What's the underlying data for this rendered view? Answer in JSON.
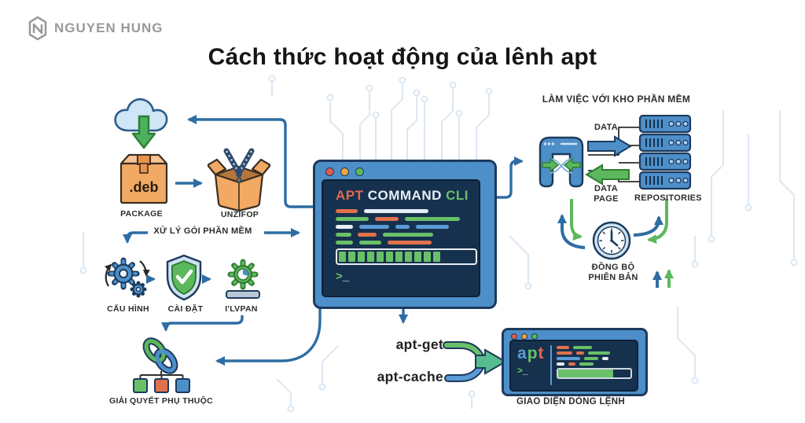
{
  "logo": {
    "text": "NGUYEN HUNG"
  },
  "title": "Cách thức hoạt động của lênh apt",
  "package_flow": {
    "package_ext": ".deb",
    "package_label": "PACKAGE",
    "unzip_label": "UNZIFOP",
    "process_header": "XỬ LÝ GÓI PHẦN MỀM",
    "step1_label": "CẤU HÌNH",
    "step2_label": "CÀI ĐẶT",
    "step3_label": "I'LVPAN",
    "dependency_label": "GIẢI QUYẾT PHỤ THUỘC"
  },
  "terminal": {
    "title_apt": "APT",
    "title_command": "COMMAND",
    "title_cli": "CLI",
    "prompt": ">",
    "cursor": "_",
    "progress_blocks": 11,
    "code_lines": [
      [
        {
          "c": "orange",
          "w": 28
        },
        {
          "c": "white",
          "w": 82
        }
      ],
      [
        {
          "c": "green",
          "w": 42
        },
        {
          "c": "orange",
          "w": 30
        },
        {
          "c": "green",
          "w": 70
        }
      ],
      [
        {
          "c": "white",
          "w": 22
        },
        {
          "c": "blue",
          "w": 38
        },
        {
          "c": "blue",
          "w": 18
        },
        {
          "c": "blue",
          "w": 42
        }
      ],
      [
        {
          "c": "green",
          "w": 20
        },
        {
          "c": "orange",
          "w": 24
        },
        {
          "c": "green",
          "w": 64
        }
      ],
      [
        {
          "c": "green",
          "w": 22
        },
        {
          "c": "green",
          "w": 28
        },
        {
          "c": "orange",
          "w": 56
        }
      ]
    ]
  },
  "repo_flow": {
    "header": "LÀM VIỆC VỚI KHO PHẦN MỀM",
    "data_out_label": "DATA",
    "data_in_label_line1": "DATA",
    "data_in_label_line2": "PAGE",
    "repositories_label": "REPOSITORIES",
    "sync_label_line1": "ĐỒNG BỘ",
    "sync_label_line2": "PHIÊN BẢN"
  },
  "cli_flow": {
    "apt_get": "apt-get",
    "apt_cache": "apt-cache",
    "mini_title_a": "a",
    "mini_title_p": "p",
    "mini_title_t": "t",
    "prompt": ">",
    "cursor": "_",
    "progress_pct": 76,
    "label": "GIAO DIỆN DÒNG LỆNH",
    "code_lines": [
      [
        {
          "c": "orange",
          "w": 16
        },
        {
          "c": "green",
          "w": 24
        }
      ],
      [
        {
          "c": "orange",
          "w": 20
        },
        {
          "c": "orange",
          "w": 10
        },
        {
          "c": "green",
          "w": 28
        }
      ],
      [
        {
          "c": "blue",
          "w": 30
        },
        {
          "c": "green",
          "w": 18
        },
        {
          "c": "white",
          "w": 8
        }
      ],
      [
        {
          "c": "white",
          "w": 10
        },
        {
          "c": "orange",
          "w": 9
        },
        {
          "c": "green",
          "w": 18
        }
      ]
    ]
  },
  "colors": {
    "orange": "#e0714d",
    "green": "#6abf69",
    "blue": "#5b9bd5",
    "white": "#e8eef5",
    "accent_blue": "#4d8fc9",
    "outline_navy": "#1d3a5c",
    "screen_navy": "#16314d",
    "connector": "#2e6da4",
    "soft_green": "#5cb85c",
    "teal_merge": "#58bd8e",
    "circuit": "#dce7f1"
  }
}
